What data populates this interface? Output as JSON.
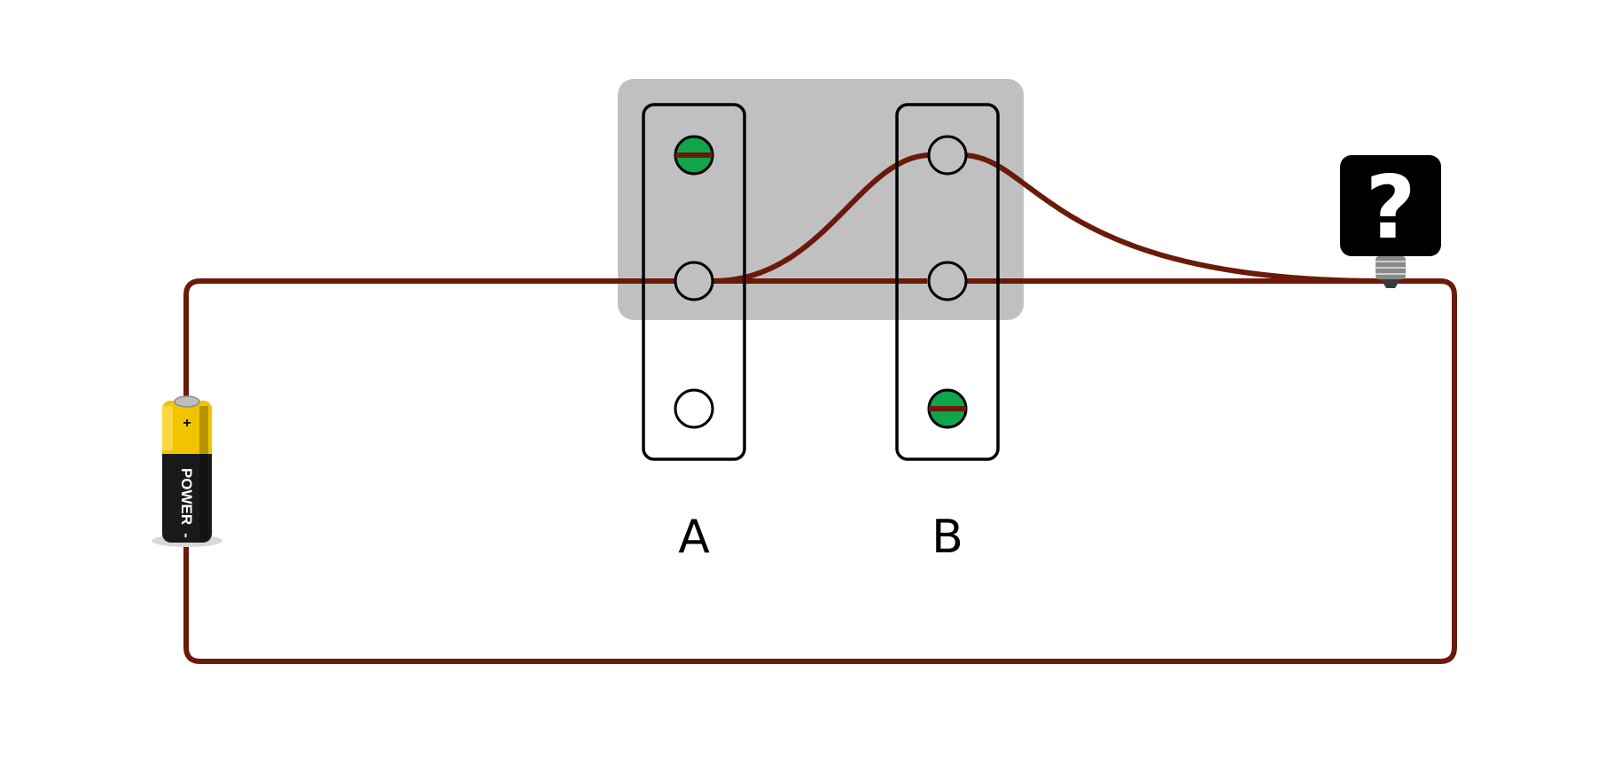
{
  "labels": {
    "strip_a": "A",
    "strip_b": "B"
  },
  "bulb": {
    "symbol": "?"
  },
  "battery": {
    "plus_sign": "+",
    "brand": "POWER",
    "minus_sign": "-"
  },
  "colors": {
    "wire": "#6b1a0a",
    "panel": "#c0c0c0",
    "screw_active": "#10a54a",
    "battery_top": "#f2c400",
    "battery_body": "#1a1a1a",
    "bulb_box": "#000000"
  }
}
